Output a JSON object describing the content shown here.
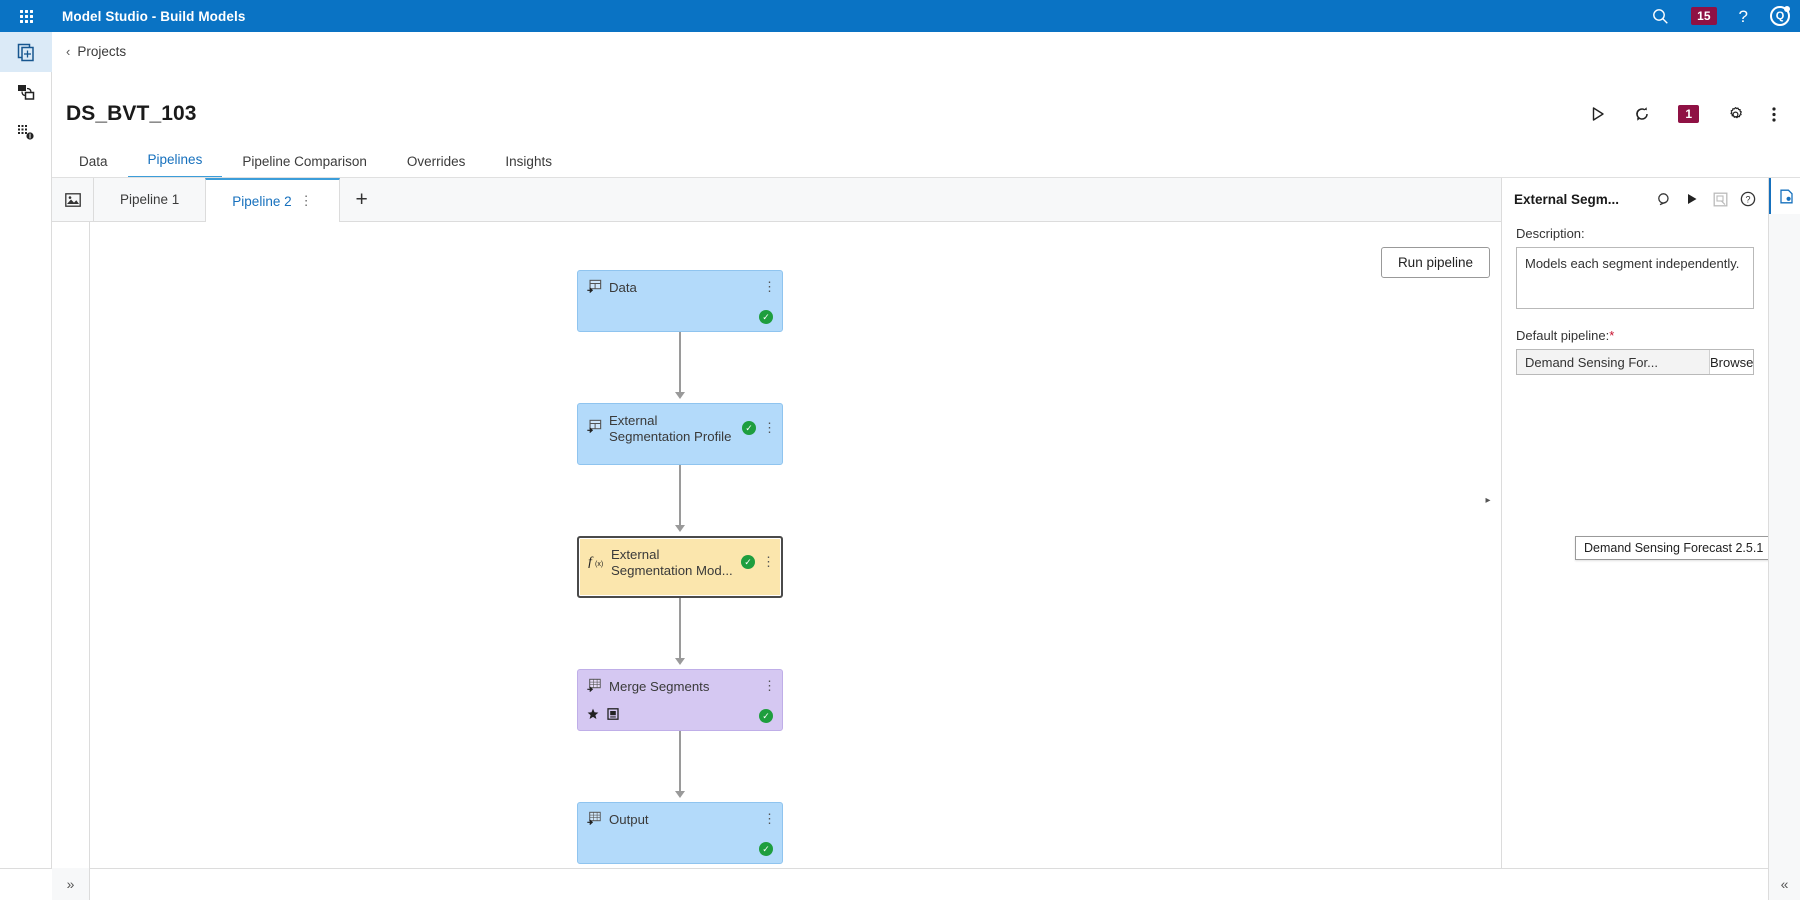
{
  "topbar": {
    "app_title": "Model Studio - Build Models",
    "waffle_icon": "app-grid-icon",
    "search_icon": "search-icon",
    "notification_count": "15",
    "help_label": "?",
    "avatar_initial": "Q"
  },
  "sidebar": {
    "items": [
      {
        "name": "projects-icon",
        "label": "Projects",
        "active": true
      },
      {
        "name": "data-exchange-icon",
        "label": "Exchange",
        "active": false
      },
      {
        "name": "pipeline-templates-icon",
        "label": "Templates",
        "active": false
      }
    ],
    "collapse_label": "»"
  },
  "header": {
    "breadcrumb_chevron": "‹",
    "breadcrumb_label": "Projects",
    "project_title": "DS_BVT_103",
    "actions": [
      {
        "name": "run-project-button",
        "icon": "play-icon"
      },
      {
        "name": "refresh-button",
        "icon": "refresh-icon"
      },
      {
        "name": "issues-badge",
        "icon": "badge",
        "value": "1"
      },
      {
        "name": "settings-button",
        "icon": "gear-icon"
      },
      {
        "name": "more-options-button",
        "icon": "kebab-icon"
      }
    ]
  },
  "tabs": [
    {
      "label": "Data",
      "active": false
    },
    {
      "label": "Pipelines",
      "active": true
    },
    {
      "label": "Pipeline Comparison",
      "active": false
    },
    {
      "label": "Overrides",
      "active": false
    },
    {
      "label": "Insights",
      "active": false
    }
  ],
  "pipeline_tabs": {
    "image_button_icon": "image-icon",
    "items": [
      {
        "label": "Pipeline 1",
        "active": false,
        "kebab": false
      },
      {
        "label": "Pipeline 2",
        "active": true,
        "kebab": true,
        "kebab_glyph": "⋮"
      }
    ],
    "add_label": "+"
  },
  "canvas": {
    "run_pipeline_label": "Run pipeline",
    "nodes": [
      {
        "id": "data",
        "label": "Data",
        "icon": "data-table-icon",
        "color": "blue",
        "selected": false,
        "status": "ok",
        "status_position": "corner",
        "badges": [],
        "kebab_glyph": "⋮"
      },
      {
        "id": "external-segmentation-profile",
        "label": "External Segmentation Profile",
        "icon": "data-table-icon",
        "color": "blue",
        "selected": false,
        "status": "ok",
        "status_position": "inline",
        "badges": [],
        "kebab_glyph": "⋮"
      },
      {
        "id": "external-segmentation-model",
        "label": "External Segmentation Mod...",
        "icon": "function-icon",
        "color": "selected",
        "selected": true,
        "status": "ok",
        "status_position": "inline",
        "badges": [],
        "kebab_glyph": "⋮"
      },
      {
        "id": "merge-segments",
        "label": "Merge Segments",
        "icon": "table-merge-icon",
        "color": "purple",
        "selected": false,
        "status": "ok",
        "status_position": "corner",
        "badges": [
          "star-icon",
          "report-icon"
        ],
        "kebab_glyph": "⋮"
      },
      {
        "id": "output",
        "label": "Output",
        "icon": "table-merge-icon",
        "color": "blue",
        "selected": false,
        "status": "ok",
        "status_position": "corner",
        "badges": [],
        "kebab_glyph": "⋮"
      }
    ]
  },
  "properties_panel": {
    "title": "External Segm...",
    "header_icons": [
      {
        "name": "panel-search-icon",
        "glyph": "search"
      },
      {
        "name": "panel-run-icon",
        "glyph": "play"
      },
      {
        "name": "panel-save-icon",
        "glyph": "save",
        "disabled": true
      },
      {
        "name": "panel-help-icon",
        "glyph": "help"
      }
    ],
    "description_label": "Description:",
    "description_value": "Models each segment independently.",
    "default_pipeline_label": "Default pipeline:",
    "required_marker": "*",
    "default_pipeline_value": "Demand Sensing For...",
    "browse_label": "Browse",
    "tooltip_text": "Demand Sensing Forecast 2.5.1",
    "collapse_handle": "▸"
  },
  "far_rail": {
    "properties_tab_icon": "properties-panel-icon"
  },
  "bottombar": {
    "expand_canvas_label": "»",
    "collapse_panel_label": "«"
  },
  "colors": {
    "topbar_blue": "#0a73c4",
    "accent_blue": "#1670bd",
    "badge_magenta": "#8f1144",
    "node_blue": "#b3dafa",
    "node_purple": "#d5c8f2",
    "node_selected": "#fbe6ad",
    "status_green": "#1e9e3e",
    "required_red": "#c8102e"
  }
}
